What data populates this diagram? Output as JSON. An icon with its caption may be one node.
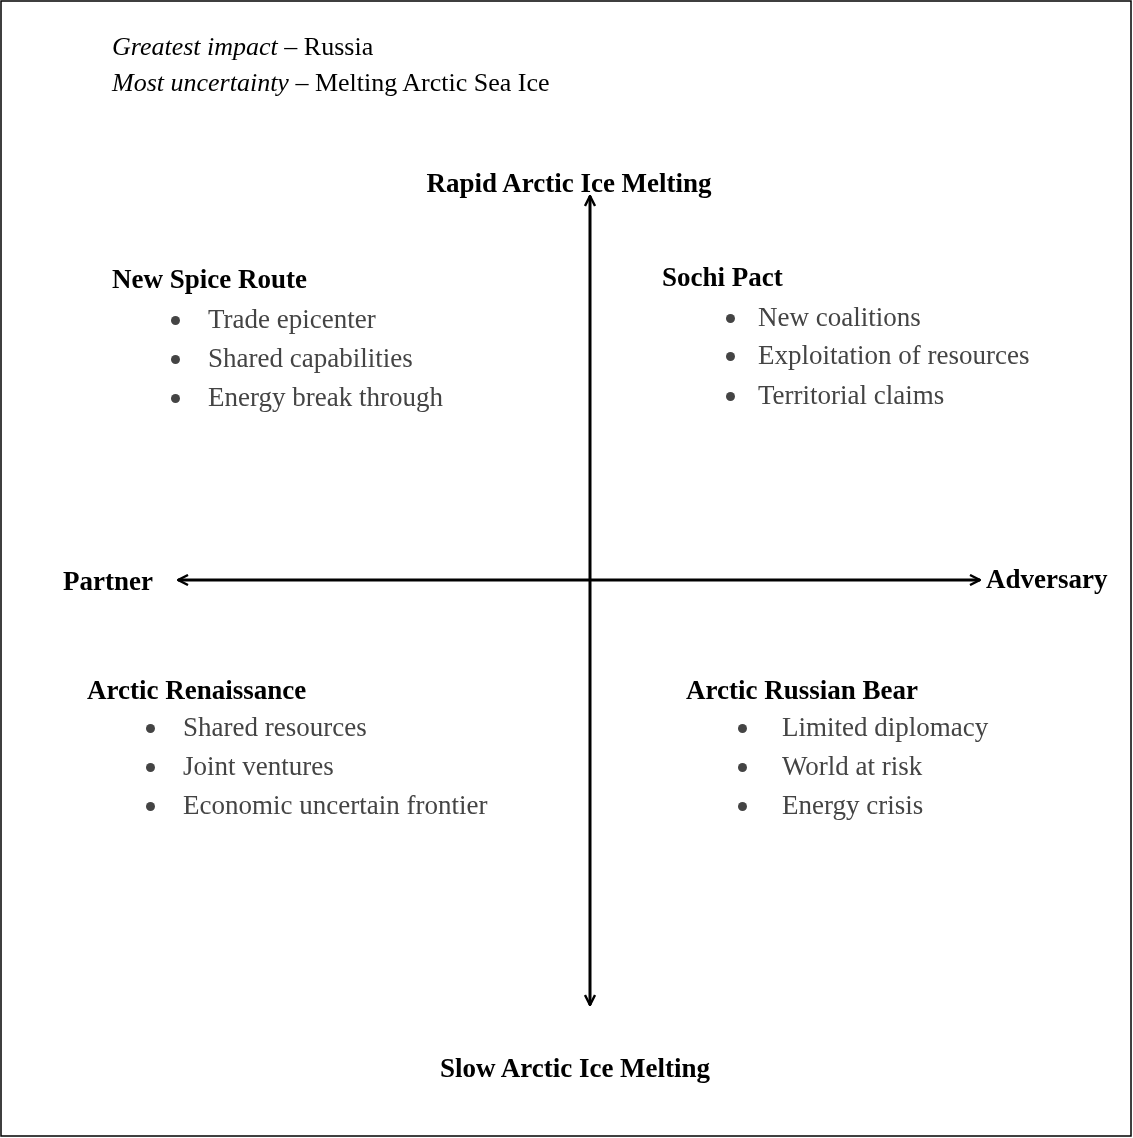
{
  "diagram": {
    "labels": [
      "*Greatest impact* – Russia",
      "*Most uncertainty* – Melting Arctic Sea Ice",
      "Rapid Arctic Ice Melting",
      "New Spice Route",
      "Trade epicenter",
      "Shared capabilities",
      "Energy break through",
      "Sochi Pact",
      "New coalitions",
      "Exploitation of resources",
      "Territorial claims",
      "Partner",
      "Adversary",
      "Arctic Renaissance",
      "Shared resources",
      "Joint ventures",
      "Economic uncertain frontier",
      "Arctic Russian Bear",
      "Limited diplomacy",
      "World at risk",
      "Energy crisis",
      "Slow Arctic Ice Melting"
    ]
  }
}
